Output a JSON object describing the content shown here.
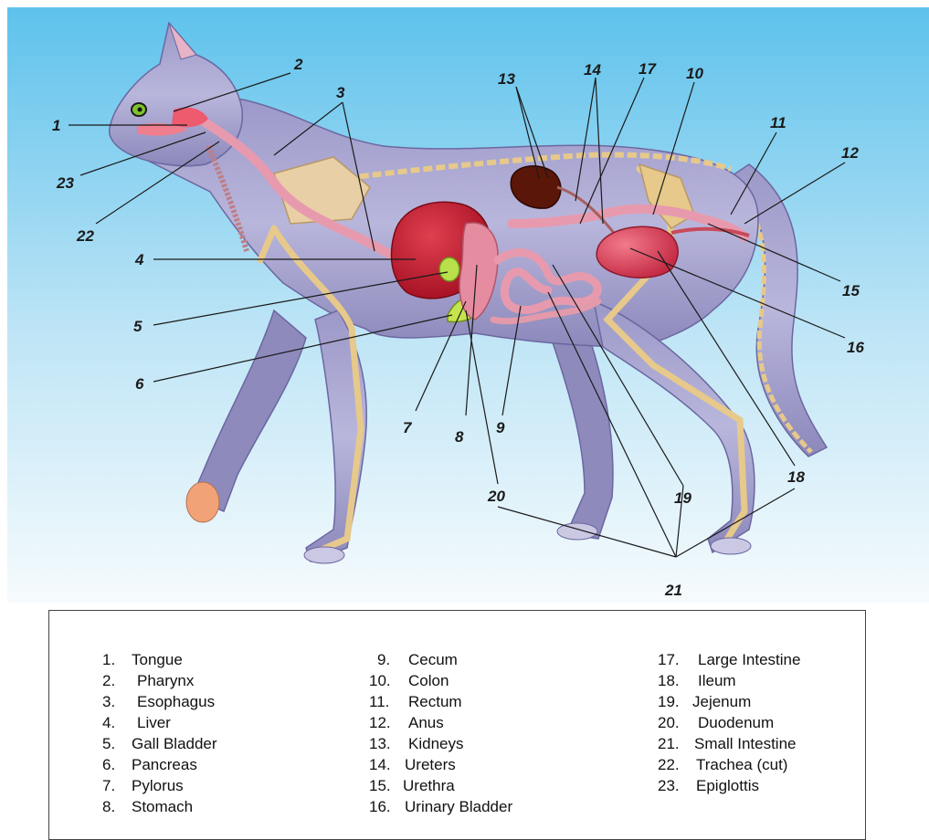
{
  "diagram": {
    "callouts": [
      {
        "id": "1",
        "text": "1"
      },
      {
        "id": "2",
        "text": "2"
      },
      {
        "id": "3",
        "text": "3"
      },
      {
        "id": "4",
        "text": "4"
      },
      {
        "id": "5",
        "text": "5"
      },
      {
        "id": "6",
        "text": "6"
      },
      {
        "id": "7",
        "text": "7"
      },
      {
        "id": "8",
        "text": "8"
      },
      {
        "id": "9",
        "text": "9"
      },
      {
        "id": "10",
        "text": "10"
      },
      {
        "id": "11",
        "text": "11"
      },
      {
        "id": "12",
        "text": "12"
      },
      {
        "id": "13",
        "text": "13"
      },
      {
        "id": "14",
        "text": "14"
      },
      {
        "id": "15",
        "text": "15"
      },
      {
        "id": "16",
        "text": "16"
      },
      {
        "id": "17",
        "text": "17"
      },
      {
        "id": "18",
        "text": "18"
      },
      {
        "id": "19",
        "text": "19"
      },
      {
        "id": "20",
        "text": "20"
      },
      {
        "id": "21",
        "text": "21"
      },
      {
        "id": "22",
        "text": "22"
      },
      {
        "id": "23",
        "text": "23"
      }
    ]
  },
  "legend": {
    "items": [
      {
        "num": "1.",
        "name": "Tongue"
      },
      {
        "num": "2.",
        "name": "Pharynx"
      },
      {
        "num": "3.",
        "name": "Esophagus"
      },
      {
        "num": "4.",
        "name": "Liver"
      },
      {
        "num": "5.",
        "name": "Gall Bladder"
      },
      {
        "num": "6.",
        "name": "Pancreas"
      },
      {
        "num": "7.",
        "name": "Pylorus"
      },
      {
        "num": "8.",
        "name": "Stomach"
      },
      {
        "num": "9.",
        "name": "Cecum"
      },
      {
        "num": "10.",
        "name": "Colon"
      },
      {
        "num": "11.",
        "name": "Rectum"
      },
      {
        "num": "12.",
        "name": "Anus"
      },
      {
        "num": "13.",
        "name": "Kidneys"
      },
      {
        "num": "14.",
        "name": "Ureters"
      },
      {
        "num": "15.",
        "name": "Urethra"
      },
      {
        "num": "16.",
        "name": "Urinary Bladder"
      },
      {
        "num": "17.",
        "name": "Large Intestine"
      },
      {
        "num": "18.",
        "name": "Ileum"
      },
      {
        "num": "19.",
        "name": "Jejenum"
      },
      {
        "num": "20.",
        "name": "Duodenum"
      },
      {
        "num": "21.",
        "name": "Small Intestine"
      },
      {
        "num": "22.",
        "name": "Trachea (cut)"
      },
      {
        "num": "23.",
        "name": "Epiglottis"
      }
    ]
  },
  "colors": {
    "sky_top": "#5ec2ec",
    "sky_bottom": "#f4fafd",
    "fur": "#a9a6d1",
    "bone": "#e6c98b",
    "liver": "#c0182e",
    "gall_bladder": "#b9e04a",
    "intestine": "#e79aae",
    "kidney": "#5a1608",
    "bladder": "#e0405a"
  }
}
